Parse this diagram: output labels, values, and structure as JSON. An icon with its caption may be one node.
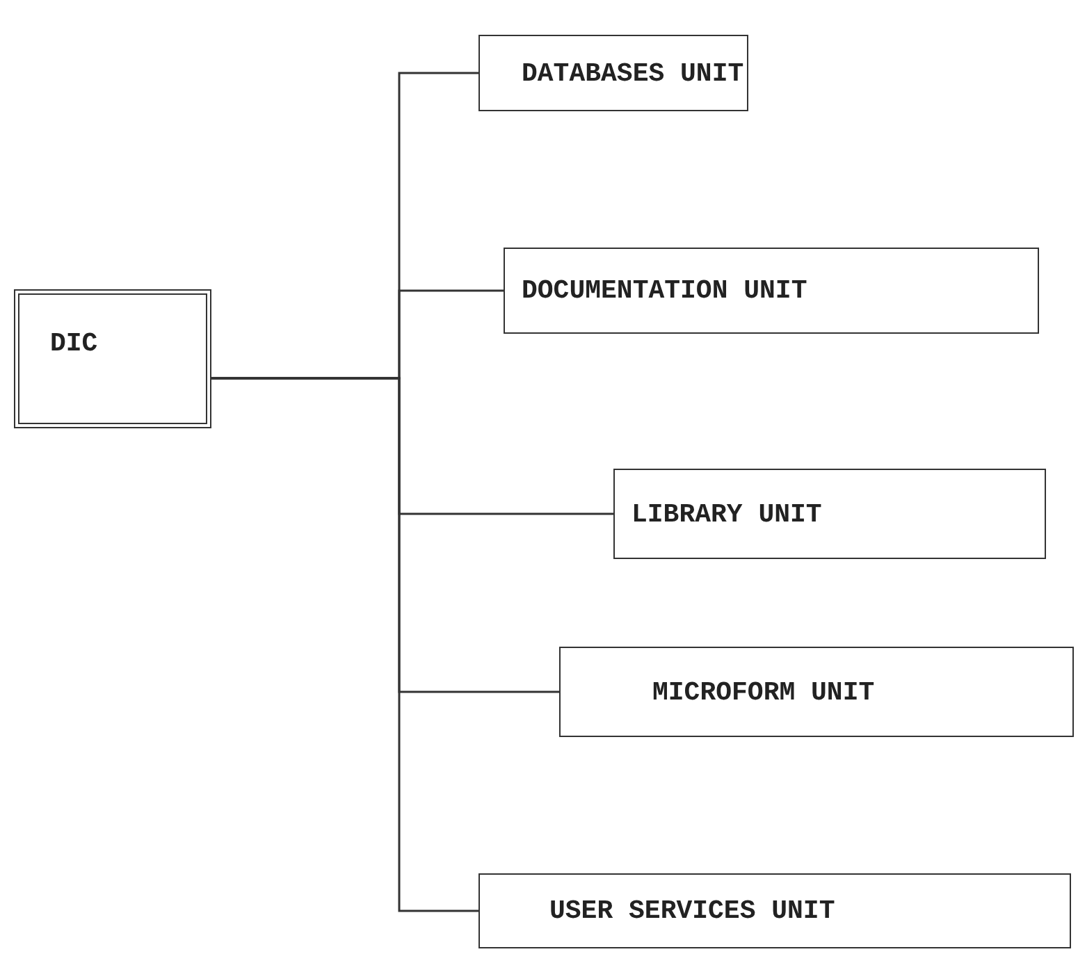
{
  "diagram": {
    "nodes": [
      {
        "text": [
          "DIC"
        ]
      },
      {
        "text": [
          "DATABASES UNIT"
        ]
      },
      {
        "text": [
          "DOCUMENTATION UNIT"
        ]
      },
      {
        "text": [
          "LIBRARY UNIT"
        ]
      },
      {
        "text": [
          "MICROFORM UNIT"
        ]
      },
      {
        "text": [
          "USER SERVICES UNIT"
        ]
      }
    ],
    "edges": [
      {
        "from": 0,
        "to": 1,
        "arrow": "none"
      },
      {
        "from": 0,
        "to": 2,
        "arrow": "none"
      },
      {
        "from": 0,
        "to": 3,
        "arrow": "none"
      },
      {
        "from": 0,
        "to": 4,
        "arrow": "none"
      },
      {
        "from": 0,
        "to": 5,
        "arrow": "none"
      }
    ]
  }
}
